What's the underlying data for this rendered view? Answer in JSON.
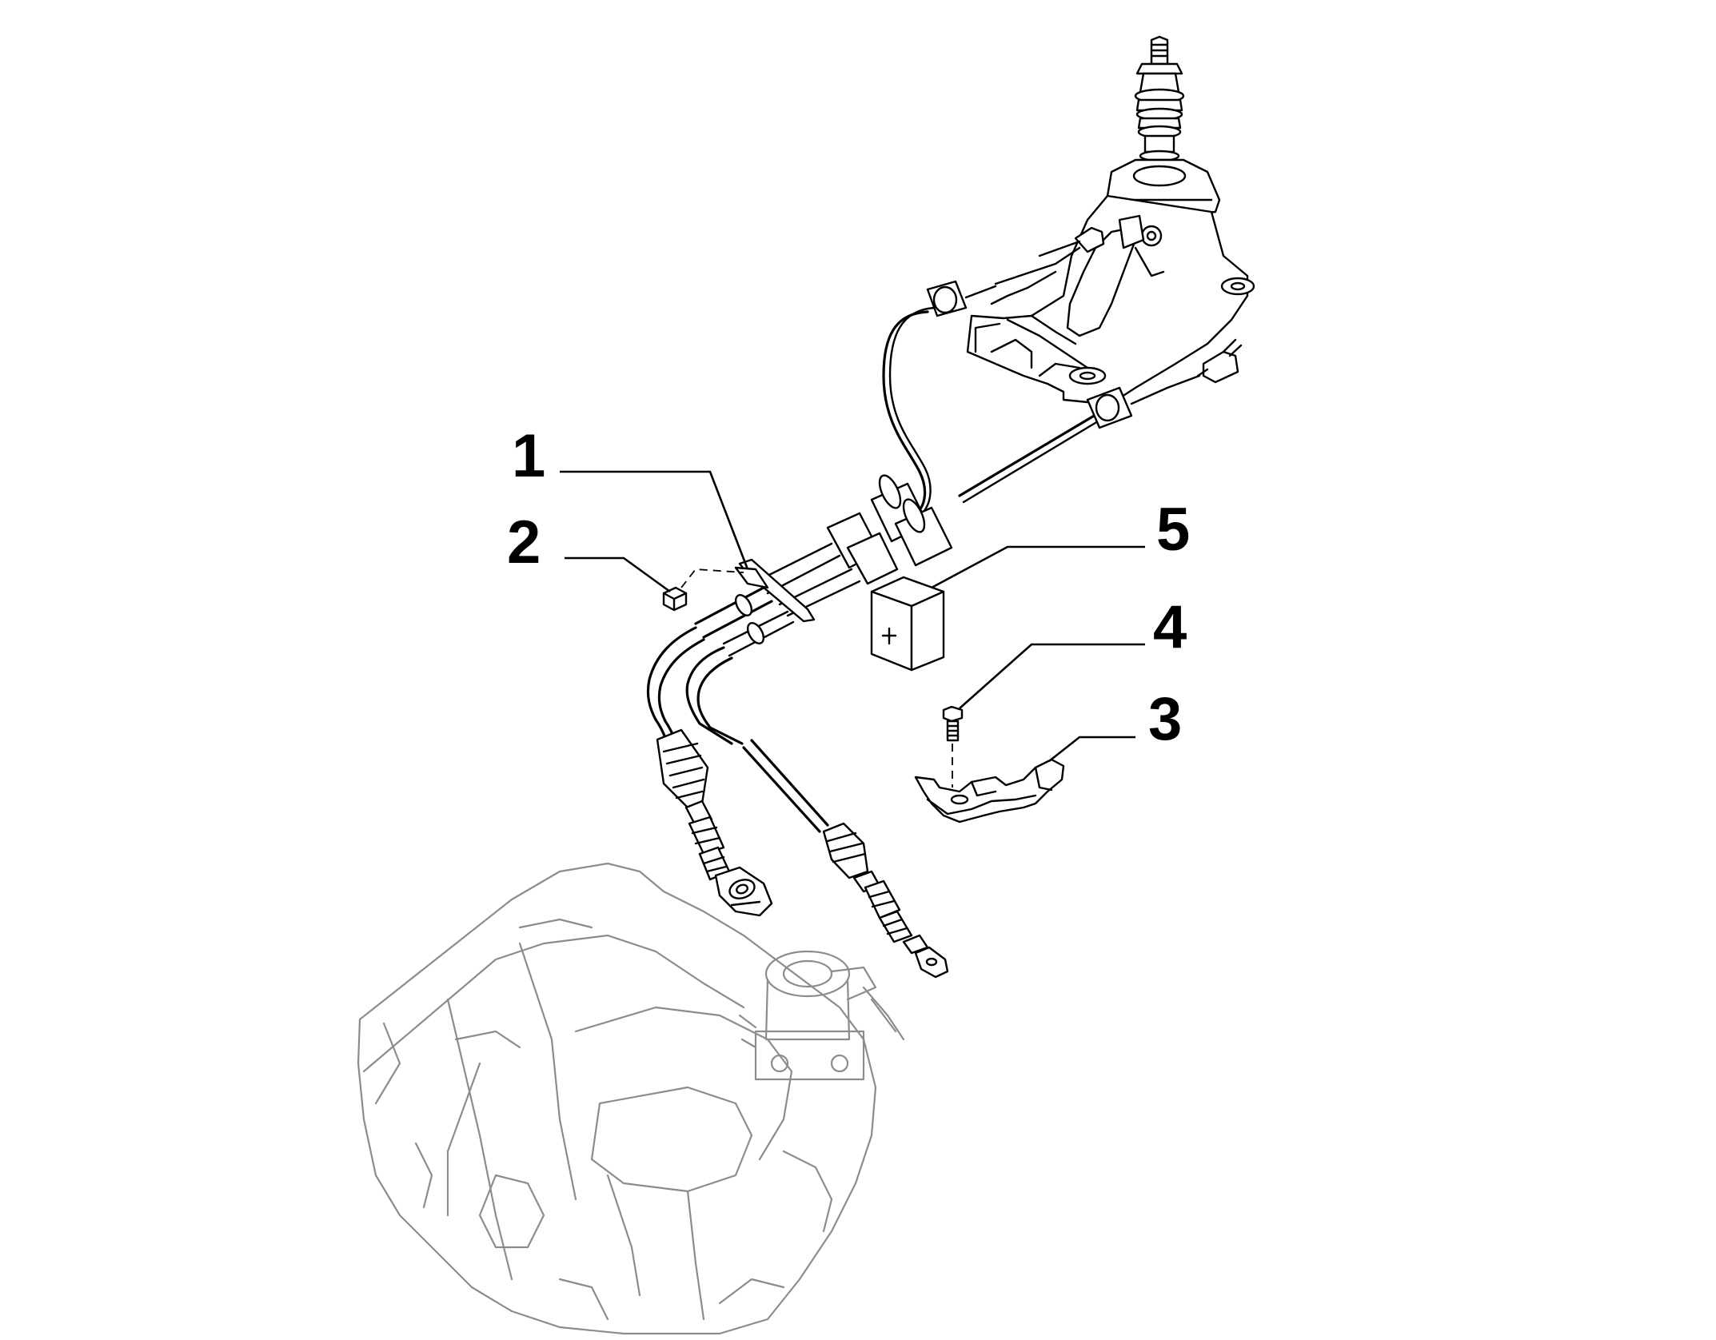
{
  "callouts": [
    {
      "label": "1"
    },
    {
      "label": "2"
    },
    {
      "label": "3"
    },
    {
      "label": "4"
    },
    {
      "label": "5"
    }
  ],
  "colors": {
    "lineart": "#000000",
    "ghosted_part": "#8c8c8c",
    "background": "#ffffff"
  }
}
